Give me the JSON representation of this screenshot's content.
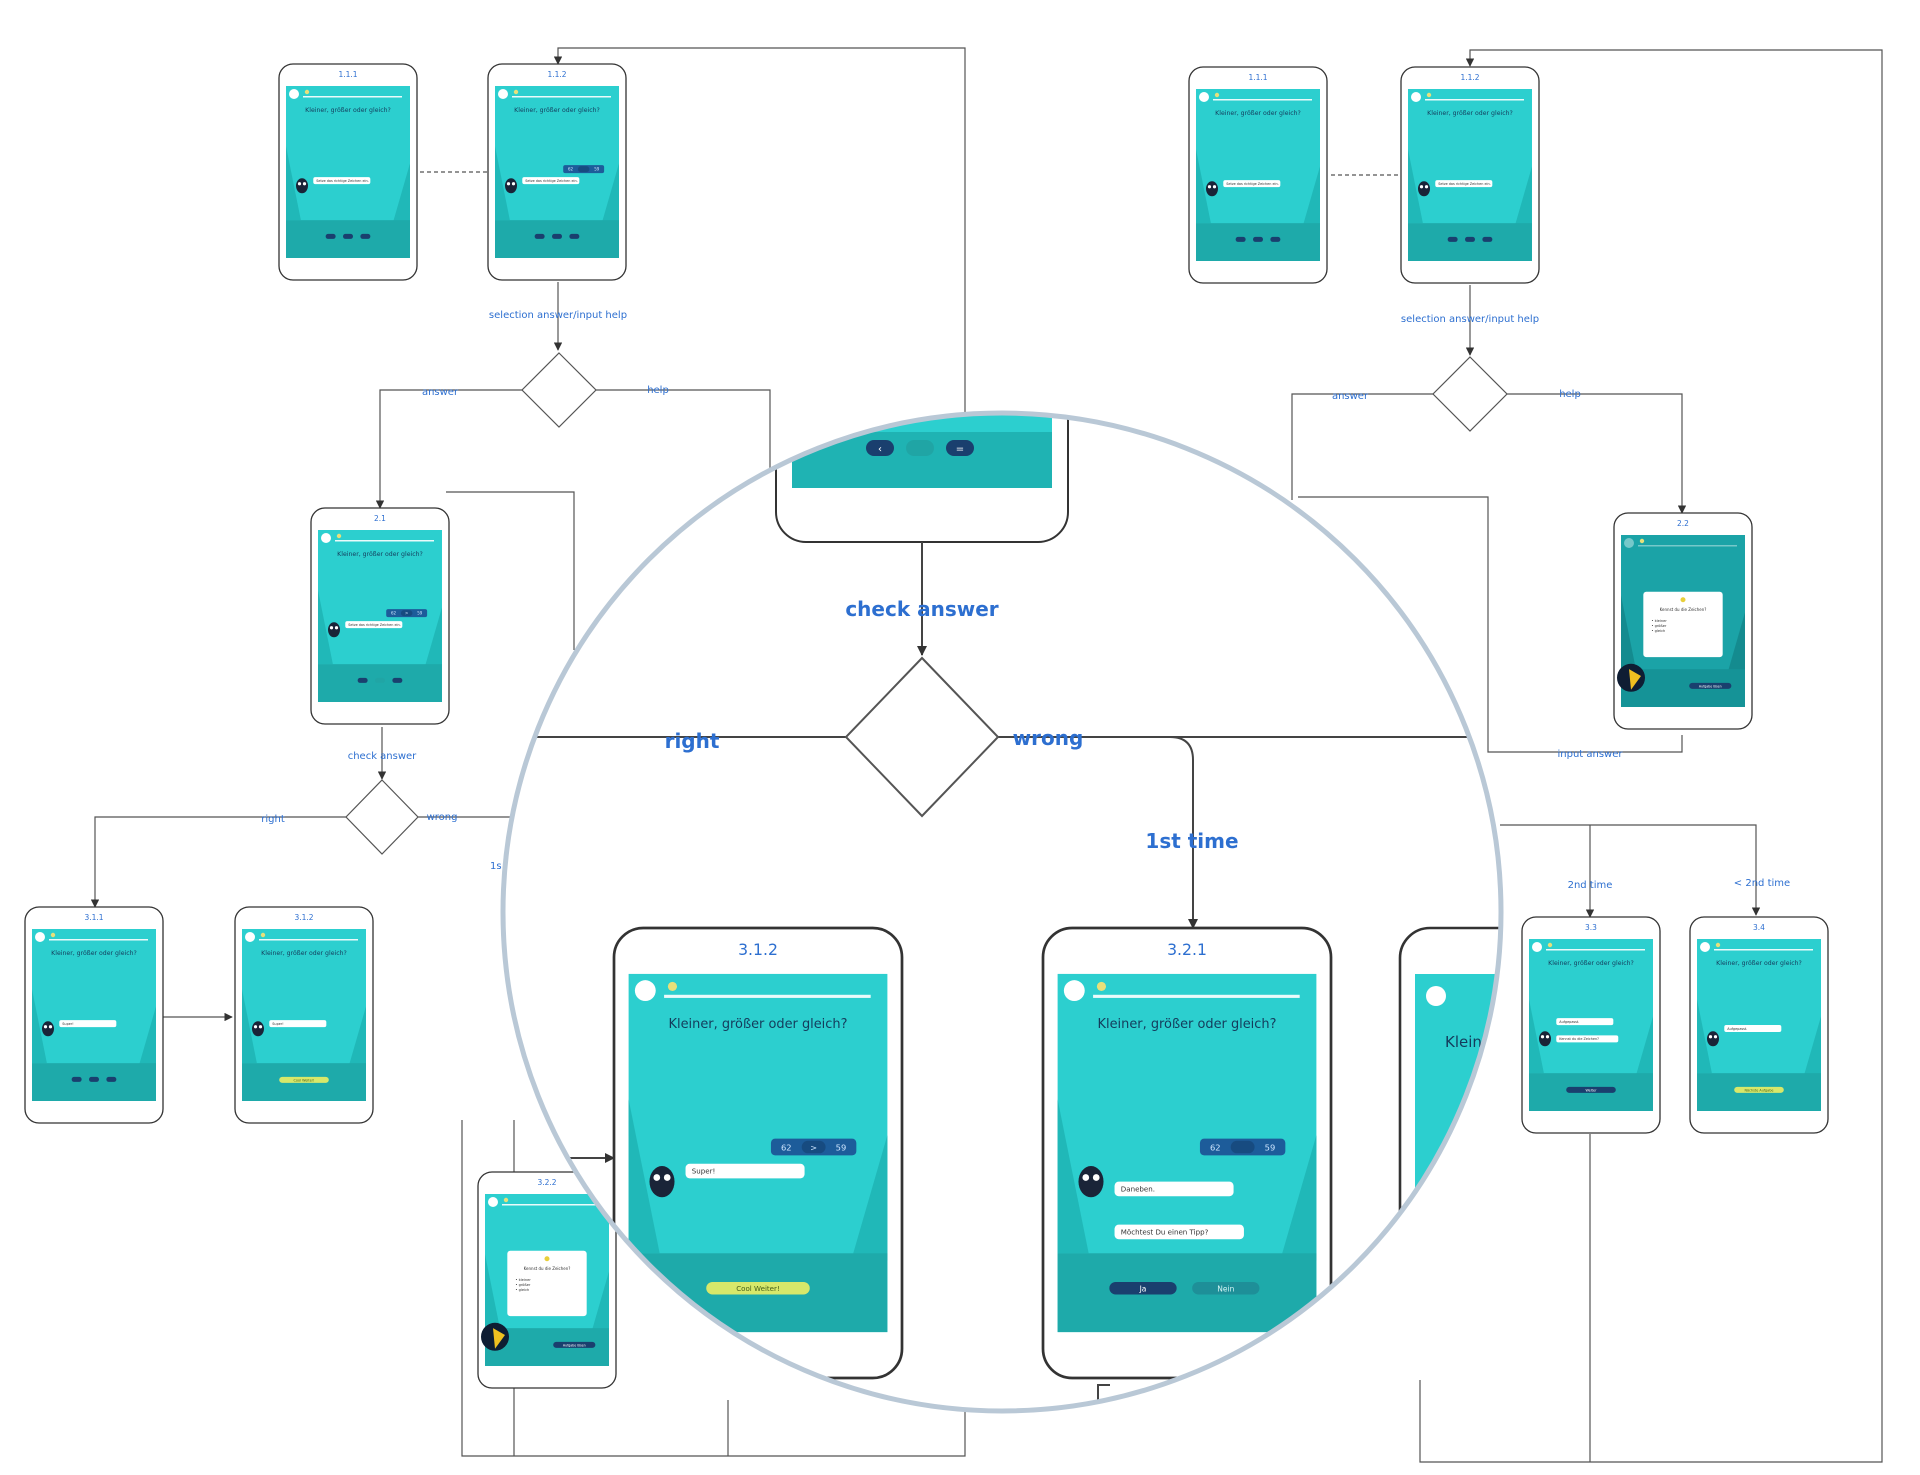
{
  "colors": {
    "teal": "#2ccfcf",
    "teal_dark": "#1eaaaa",
    "tree": "#20b5b5",
    "navy": "#1a3f6e",
    "lime": "#d7e86a",
    "label_blue": "#2d6fd0",
    "line": "#555555",
    "lens_border": "#b9c8d6"
  },
  "screens": {
    "s111": {
      "id": "1.1.1",
      "question": "Kleiner, größer oder gleich?",
      "bubble1": "Setze das richtige Zeichen ein."
    },
    "s112": {
      "id": "1.1.2",
      "question": "Kleiner, größer oder gleich?",
      "bubble1": "Setze das richtige Zeichen ein.",
      "pill": [
        "62",
        "",
        "59"
      ]
    },
    "s21": {
      "id": "2.1",
      "question": "Kleiner, größer oder gleich?",
      "bubble1": "Setze das richtige Zeichen ein.",
      "pill": [
        "62",
        ">",
        "59"
      ]
    },
    "s311": {
      "id": "3.1.1",
      "question": "Kleiner, größer oder gleich?",
      "bubble1": "Super!"
    },
    "s312": {
      "id": "3.1.2",
      "question": "Kleiner, größer oder gleich?",
      "bubble1": "Super!",
      "button": "Cool Weiter!"
    },
    "s321": {
      "id": "3.2.1",
      "question": "Kleiner, größer oder gleich?",
      "bubble1": "Daneben.",
      "bubble2": "Möchtest Du einen Tipp?",
      "btn_yes": "Ja",
      "btn_no": "Nein"
    },
    "s322": {
      "id": "3.2.2",
      "hint_title": "Kennst du die Zeichen?",
      "hint_items": [
        "• kleiner",
        "• größer",
        "• gleich"
      ],
      "button": "Aufgabe lösen"
    },
    "r111": {
      "id": "1.1.1",
      "question": "Kleiner, größer oder gleich?",
      "bubble1": "Setze das richtige Zeichen ein."
    },
    "r112": {
      "id": "1.1.2",
      "question": "Kleiner, größer oder gleich?",
      "bubble1": "Setze das richtige Zeichen ein."
    },
    "r22": {
      "id": "2.2",
      "hint_title": "Kennst du die Zeichen?",
      "hint_items": [
        "• kleiner",
        "• größer",
        "• gleich"
      ],
      "button": "Aufgabe lösen"
    },
    "r33": {
      "id": "3.3",
      "question": "Kleiner, größer oder gleich?",
      "bubble1": "Aufgepasst.",
      "bubble2": "Kennst du die Zeichen?",
      "button": "Weiter"
    },
    "r34": {
      "id": "3.4",
      "question": "Kleiner, größer oder gleich?",
      "bubble1": "Aufgepasst.",
      "button": "Nächste Aufgabe"
    },
    "z312": {
      "id": "3.1.2",
      "question": "Kleiner, größer oder gleich?",
      "bubble1": "Super!",
      "pill": [
        "62",
        ">",
        "59"
      ],
      "button": "Cool Weiter!"
    },
    "z321": {
      "id": "3.2.1",
      "question": "Kleiner, größer oder gleich?",
      "bubble1": "Daneben.",
      "bubble2": "Möchtest Du einen Tipp?",
      "pill": [
        "62",
        "",
        "59"
      ],
      "btn_yes": "Ja",
      "btn_no": "Nein"
    },
    "z_right_partial": {
      "question_partial": "Klein"
    }
  },
  "labels": {
    "sel_left": "selection answer/input help",
    "answer_left": "answer",
    "help_left": "help",
    "check_left": "check answer",
    "right_left": "right",
    "wrong_left": "wrong",
    "first_left_partial": "1s",
    "sel_right": "selection answer/input help",
    "answer_right": "answer",
    "help_right": "help",
    "input_answer": "input answer",
    "second_time": "2nd time",
    "lt_second_time": "< 2nd time",
    "zoom_check": "check answer",
    "zoom_right": "right",
    "zoom_wrong": "wrong",
    "zoom_first": "1st time"
  }
}
